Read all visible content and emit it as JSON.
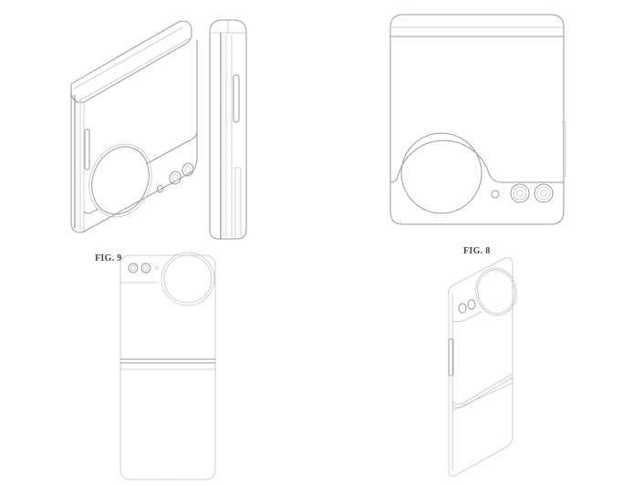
{
  "document": {
    "type": "design patent drawing sheet",
    "background_color": "#ffffff",
    "line_color": "#9a9a9a"
  },
  "figures": [
    {
      "id": "iso-folded",
      "label": "",
      "description": "Folded flip phone, perspective view showing cover with large circular cover display and dual camera"
    },
    {
      "id": "side-folded",
      "label": "",
      "description": "Folded flip phone, side view showing hinge and side button"
    },
    {
      "id": "rear-folded",
      "label": "",
      "description": "Folded flip phone, rear elevation with large circular display and two camera lenses plus flash"
    },
    {
      "id": "fig9",
      "label": "FIG. 9",
      "description": "Unfolded flip phone, rear elevation with circular cover display at top right and two lenses at top left"
    },
    {
      "id": "fig8",
      "label": "FIG. 8",
      "description": "Unfolded flip phone, perspective view"
    }
  ],
  "labels": {
    "fig9": "FIG. 9",
    "fig8": "FIG. 8"
  }
}
